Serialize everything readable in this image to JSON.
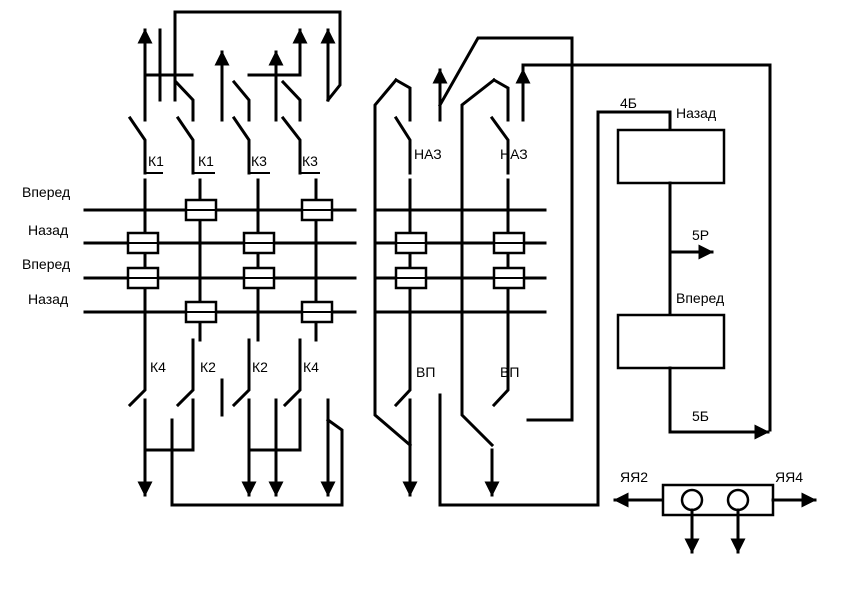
{
  "rows": {
    "forward_1": "Вперед",
    "back_1": "Назад",
    "forward_2": "Вперед",
    "back_2": "Назад"
  },
  "contacts": {
    "top_k1_a": "К1",
    "top_k1_b": "К1",
    "top_k3_a": "К3",
    "top_k3_b": "К3",
    "top_naz_a": "НАЗ",
    "top_naz_b": "НАЗ",
    "bot_k4_a": "К4",
    "bot_k2_a": "К2",
    "bot_k2_b": "К2",
    "bot_k4_b": "К4",
    "bot_vp_a": "ВП",
    "bot_vp_b": "ВП"
  },
  "relays": {
    "wire_4b": "4Б",
    "back_coil": "Назад",
    "wire_5r": "5Р",
    "forward_coil": "Вперед",
    "wire_5b": "5Б"
  },
  "terminal": {
    "left": "ЯЯ2",
    "right": "ЯЯ4"
  }
}
